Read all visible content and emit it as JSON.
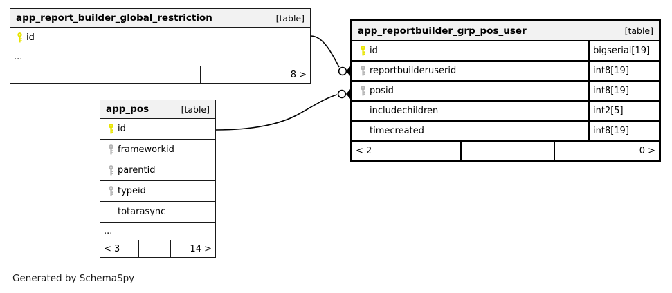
{
  "diagram": {
    "kind": "database-schema-erd",
    "credit": "Generated by SchemaSpy",
    "colors": {
      "primary_key": "#e8e400",
      "foreign_key": "#b3b3b3",
      "header_background": "#f2f2f2",
      "border": "#000000",
      "background": "#ffffff"
    }
  },
  "tables": [
    {
      "id": "app_report_builder_global_restriction",
      "name": "app_report_builder_global_restriction",
      "tag": "[table]",
      "focused": false,
      "columns": [
        {
          "name": "id",
          "key": "primary",
          "type": ""
        }
      ],
      "ellipsis": "...",
      "footer": {
        "left": "",
        "middle": "",
        "right": "8 >"
      }
    },
    {
      "id": "app_pos",
      "name": "app_pos",
      "tag": "[table]",
      "focused": false,
      "columns": [
        {
          "name": "id",
          "key": "primary",
          "type": ""
        },
        {
          "name": "frameworkid",
          "key": "foreign",
          "type": ""
        },
        {
          "name": "parentid",
          "key": "foreign",
          "type": ""
        },
        {
          "name": "typeid",
          "key": "foreign",
          "type": ""
        },
        {
          "name": "totarasync",
          "key": "none",
          "type": ""
        }
      ],
      "ellipsis": "...",
      "footer": {
        "left": "< 3",
        "middle": "",
        "right": "14 >"
      }
    },
    {
      "id": "app_reportbuilder_grp_pos_user",
      "name": "app_reportbuilder_grp_pos_user",
      "tag": "[table]",
      "focused": true,
      "columns": [
        {
          "name": "id",
          "key": "primary",
          "type": "bigserial[19]"
        },
        {
          "name": "reportbuilderuserid",
          "key": "foreign",
          "type": "int8[19]"
        },
        {
          "name": "posid",
          "key": "foreign",
          "type": "int8[19]"
        },
        {
          "name": "includechildren",
          "key": "none",
          "type": "int2[5]"
        },
        {
          "name": "timecreated",
          "key": "none",
          "type": "int8[19]"
        }
      ],
      "ellipsis": null,
      "footer": {
        "left": "< 2",
        "middle": "",
        "right": "0 >"
      }
    }
  ],
  "relationships": [
    {
      "id": "rel-restriction-to-reportbuilderuserid",
      "from_table": "app_report_builder_global_restriction",
      "from_column": "id",
      "to_table": "app_reportbuilder_grp_pos_user",
      "to_column": "reportbuilderuserid",
      "end_marker": "circle-arrow"
    },
    {
      "id": "rel-apppos-to-posid",
      "from_table": "app_pos",
      "from_column": "id",
      "to_table": "app_reportbuilder_grp_pos_user",
      "to_column": "posid",
      "end_marker": "circle-arrow"
    }
  ]
}
